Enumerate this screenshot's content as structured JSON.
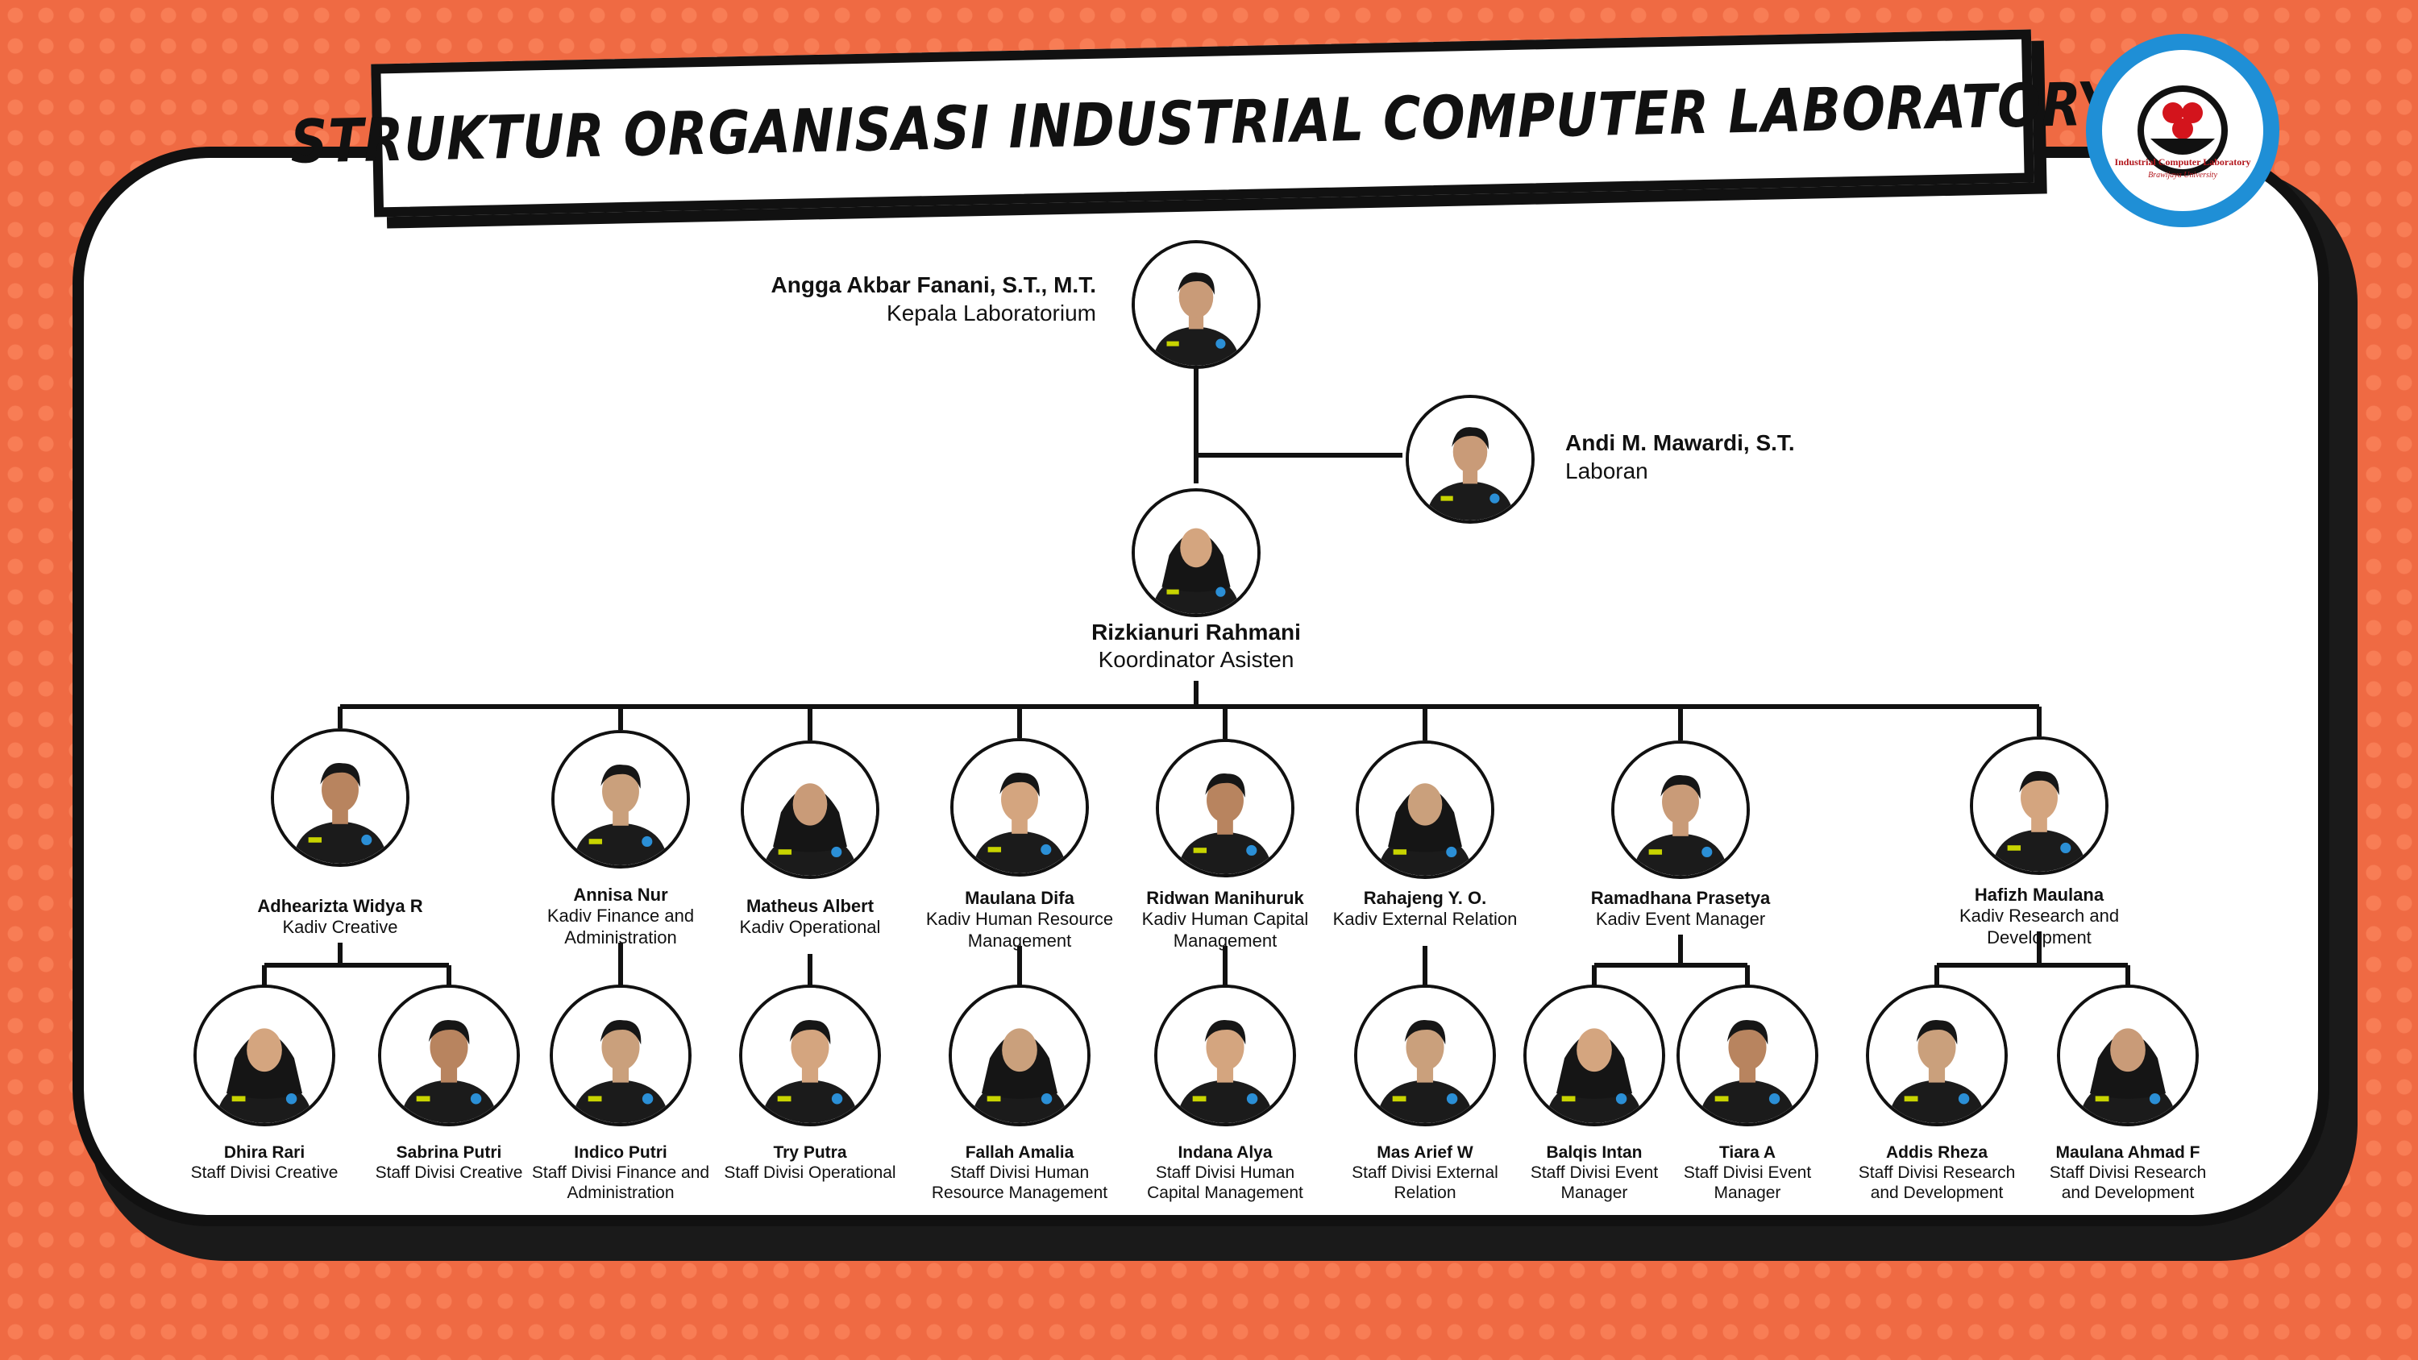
{
  "title": "STRUKTUR ORGANISASI INDUSTRIAL COMPUTER LABORATORY",
  "logo": {
    "text": "Industrial Computer Laboratory",
    "subtext": "Brawijaya University",
    "ring_color": "#1f8fd6",
    "dot_color": "#d3141c"
  },
  "colors": {
    "background": "#ef6a43",
    "card": "#ffffff",
    "outline": "#111111"
  },
  "head": {
    "name": "Angga Akbar Fanani, S.T., M.T.",
    "role": "Kepala Laboratorium"
  },
  "laboran": {
    "name": "Andi M. Mawardi, S.T.",
    "role": "Laboran"
  },
  "coordinator": {
    "name": "Rizkianuri Rahmani",
    "role": "Koordinator Asisten"
  },
  "divisions": [
    {
      "kadiv": {
        "name": "Adhearizta Widya R",
        "role": "Kadiv Creative"
      },
      "staff": [
        {
          "name": "Dhira Rari",
          "role": "Staff Divisi Creative"
        },
        {
          "name": "Sabrina Putri",
          "role": "Staff Divisi Creative"
        }
      ]
    },
    {
      "kadiv": {
        "name": "Annisa Nur",
        "role": "Kadiv Finance and Administration"
      },
      "staff": [
        {
          "name": "Indico Putri",
          "role": "Staff Divisi Finance and Administration"
        }
      ]
    },
    {
      "kadiv": {
        "name": "Matheus Albert",
        "role": "Kadiv Operational"
      },
      "staff": [
        {
          "name": "Try Putra",
          "role": "Staff Divisi Operational"
        }
      ]
    },
    {
      "kadiv": {
        "name": "Maulana Difa",
        "role": "Kadiv Human Resource Management"
      },
      "staff": [
        {
          "name": "Fallah Amalia",
          "role": "Staff Divisi Human Resource Management"
        }
      ]
    },
    {
      "kadiv": {
        "name": "Ridwan Manihuruk",
        "role": "Kadiv Human Capital Management"
      },
      "staff": [
        {
          "name": "Indana Alya",
          "role": "Staff Divisi Human Capital Management"
        }
      ]
    },
    {
      "kadiv": {
        "name": "Rahajeng Y. O.",
        "role": "Kadiv External Relation"
      },
      "staff": [
        {
          "name": "Mas Arief W",
          "role": "Staff Divisi External Relation"
        }
      ]
    },
    {
      "kadiv": {
        "name": "Ramadhana Prasetya",
        "role": "Kadiv Event Manager"
      },
      "staff": [
        {
          "name": "Balqis Intan",
          "role": "Staff Divisi Event Manager"
        },
        {
          "name": "Tiara A",
          "role": "Staff Divisi Event Manager"
        }
      ]
    },
    {
      "kadiv": {
        "name": "Hafizh Maulana",
        "role": "Kadiv Research and Development"
      },
      "staff": [
        {
          "name": "Addis Rheza",
          "role": "Staff Divisi Research and Development"
        },
        {
          "name": "Maulana Ahmad F",
          "role": "Staff Divisi Research and Development"
        }
      ]
    }
  ]
}
